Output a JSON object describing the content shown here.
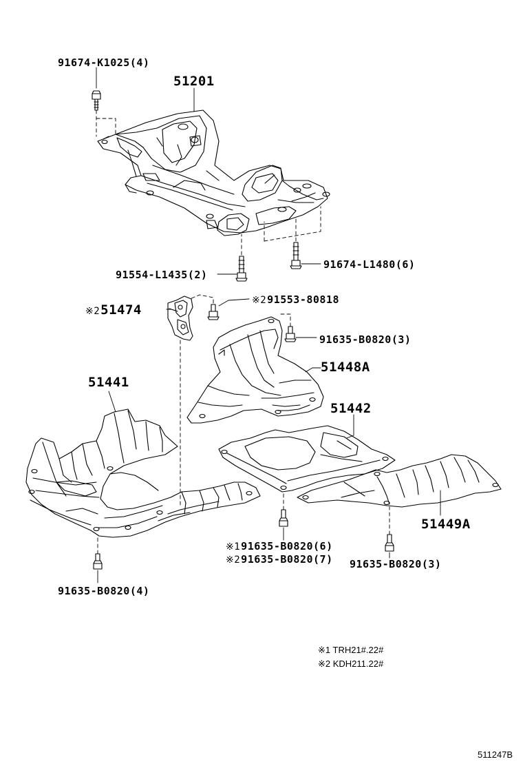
{
  "parts": {
    "p51201": "51201",
    "p51474": "51474",
    "p51441": "51441",
    "p51448a": "51448A",
    "p51442": "51442",
    "p51449a": "51449A"
  },
  "fasteners": {
    "f_k1025": "91674-K1025(4)",
    "f_l1435": "91554-L1435(2)",
    "f_l1480": "91674-L1480(6)",
    "f_80818": "91553-80818",
    "f_b0820_3a": "91635-B0820(3)",
    "f_b0820_6": "91635-B0820(6)",
    "f_b0820_7": "91635-B0820(7)",
    "f_b0820_3b": "91635-B0820(3)",
    "f_b0820_4": "91635-B0820(4)"
  },
  "markers": {
    "m1": "※1",
    "m2": "※2"
  },
  "notes": {
    "n1": "※1 TRH21#.22#",
    "n2": "※2 KDH211.22#"
  },
  "figure_id": "511247B"
}
